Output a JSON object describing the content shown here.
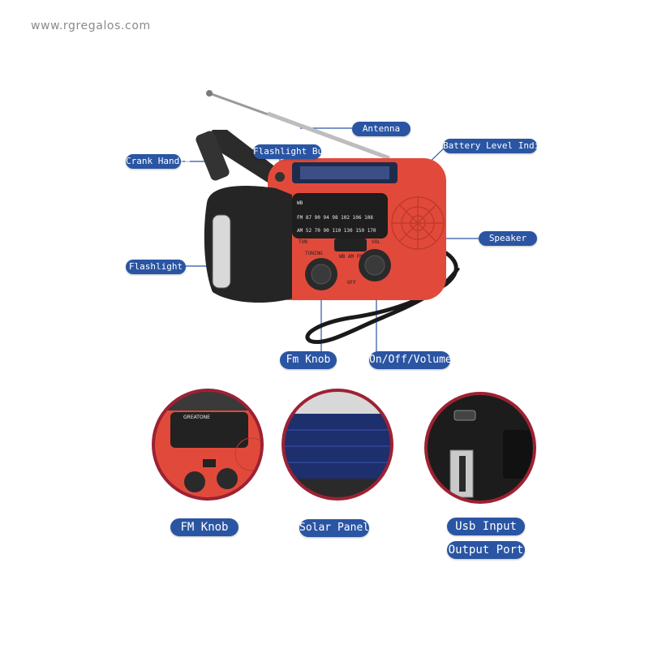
{
  "watermark": "www.rgregalos.com",
  "labels": {
    "antenna": "Antenna",
    "crank_handle": "Crank Handle",
    "flashlight_button": "Flashlight Button",
    "battery_level_indicator": "Battery Level Indicator",
    "speaker": "Speaker",
    "flashlight": "Flashlight",
    "fm_knob": "Fm Knob",
    "on_off_volume": "On/Off/Volume"
  },
  "detail_labels": {
    "fm_knob": "FM Knob",
    "solar_panels": "Solar Panels",
    "usb_input": "Usb Input",
    "output_port": "Output Port"
  },
  "radio_dial": {
    "wb_row": "WB",
    "fm_row": "FM  87  90  94  98  102  106  108",
    "am_row": "AM  52  70  90  110  130  150  170",
    "tun": "TUN",
    "band": "WB AM FM",
    "tuning": "TUNING",
    "vol": "VOL",
    "off": "OFF"
  },
  "detail_brand": "GREATONE",
  "colors": {
    "label_bg": "#2a55a3",
    "radio_red": "#e14a3a",
    "body_dark": "#2a2a2a",
    "circle_border": "#9c2233"
  },
  "icons": [
    "antenna-icon",
    "crank-handle-icon",
    "speaker-grille-icon",
    "usb-port-icon"
  ]
}
